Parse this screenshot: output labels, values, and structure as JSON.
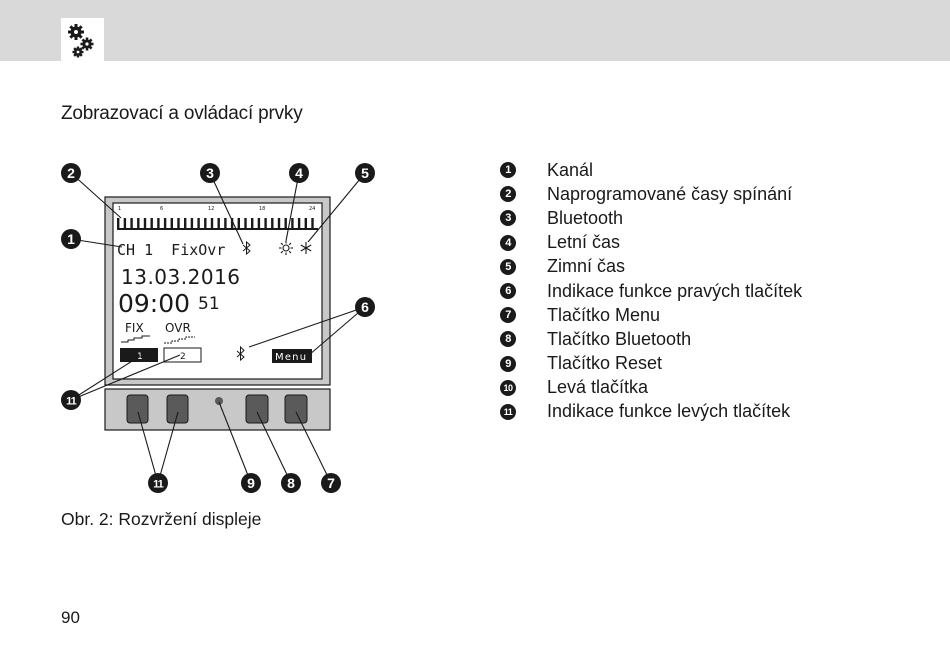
{
  "header": {
    "icon": "gears-icon"
  },
  "section_title": "Zobrazovací a ovládací prvky",
  "figure": {
    "callouts": [
      "2",
      "3",
      "4",
      "5",
      "1",
      "6",
      "11",
      "11",
      "9",
      "8",
      "7"
    ],
    "display": {
      "scale_ticks": [
        "1",
        "6",
        "12",
        "18",
        "24"
      ],
      "channel_text": "CH 1  FixOvr",
      "date": "13.03.2016",
      "time": "09:00",
      "seconds": "51",
      "fix_label": "FIX",
      "ovr_label": "OVR",
      "left_softkey_1": "1",
      "left_softkey_2": "2",
      "menu_softkey": "Menu"
    }
  },
  "caption": "Obr. 2: Rozvržení displeje",
  "legend": [
    {
      "num": "1",
      "label": "Kanál"
    },
    {
      "num": "2",
      "label": "Naprogramované časy spínání"
    },
    {
      "num": "3",
      "label": "Bluetooth"
    },
    {
      "num": "4",
      "label": "Letní čas"
    },
    {
      "num": "5",
      "label": "Zimní čas"
    },
    {
      "num": "6",
      "label": "Indikace funkce pravých tlačítek"
    },
    {
      "num": "7",
      "label": "Tlačítko Menu"
    },
    {
      "num": "8",
      "label": "Tlačítko Bluetooth"
    },
    {
      "num": "9",
      "label": "Tlačítko Reset"
    },
    {
      "num": "10",
      "label": "Levá tlačítka"
    },
    {
      "num": "11",
      "label": "Indikace funkce levých tlačítek"
    }
  ],
  "page_number": "90"
}
